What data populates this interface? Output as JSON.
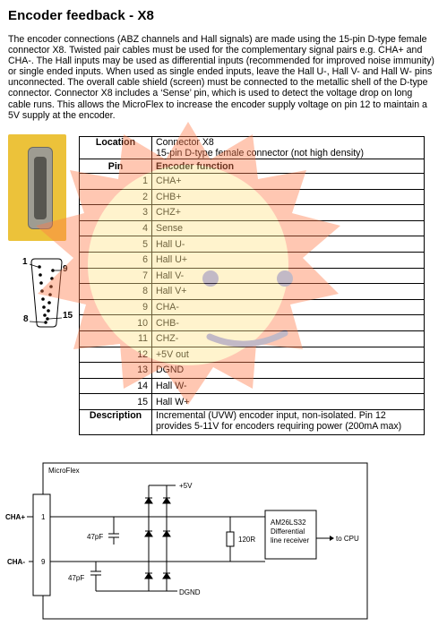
{
  "heading": "Encoder feedback - X8",
  "intro": "The encoder connections (ABZ channels and Hall signals) are made using the 15-pin D-type female connector X8. Twisted pair cables must be used for the complementary signal pairs e.g. CHA+ and CHA-. The Hall inputs may be used as differential inputs (recommended for improved noise immunity) or single ended inputs. When used as single ended inputs, leave the Hall U-, Hall V- and Hall W- pins unconnected. The overall cable shield (screen) must be connected to the metallic shell of the D-type connector. Connector X8 includes a ‘Sense’ pin, which is used to detect the voltage drop on long cable runs. This allows the MicroFlex to increase the encoder supply voltage on pin 12 to maintain a 5V supply at the encoder.",
  "pinout_labels": {
    "top_left": "1",
    "top_right": "9",
    "bottom_left": "8",
    "bottom_right": "15"
  },
  "table": {
    "location_label": "Location",
    "location_line1": "Connector X8",
    "location_line2": "15-pin D-type female connector (not high density)",
    "pin_header": "Pin",
    "function_header": "Encoder function",
    "pins": [
      {
        "pin": "1",
        "function": "CHA+"
      },
      {
        "pin": "2",
        "function": "CHB+"
      },
      {
        "pin": "3",
        "function": "CHZ+"
      },
      {
        "pin": "4",
        "function": "Sense"
      },
      {
        "pin": "5",
        "function": "Hall U-"
      },
      {
        "pin": "6",
        "function": "Hall U+"
      },
      {
        "pin": "7",
        "function": "Hall V-"
      },
      {
        "pin": "8",
        "function": "Hall V+"
      },
      {
        "pin": "9",
        "function": "CHA-"
      },
      {
        "pin": "10",
        "function": "CHB-"
      },
      {
        "pin": "11",
        "function": "CHZ-"
      },
      {
        "pin": "12",
        "function": "+5V out"
      },
      {
        "pin": "13",
        "function": "DGND"
      },
      {
        "pin": "14",
        "function": "Hall W-"
      },
      {
        "pin": "15",
        "function": "Hall W+"
      }
    ],
    "description_label": "Description",
    "description": "Incremental (UVW) encoder input, non-isolated. Pin 12 provides 5-11V for encoders requiring power (200mA max)"
  },
  "circuit": {
    "box_label": "MicroFlex",
    "cha_plus": "CHA+",
    "cha_minus": "CHA-",
    "pin1": "1",
    "pin9": "9",
    "v5": "+5V",
    "cap1": "47pF",
    "cap2": "47pF",
    "resistor": "120R",
    "receiver_line1": "AM26LS32",
    "receiver_line2": "Differential",
    "receiver_line3": "line receiver",
    "to_cpu": "to CPU",
    "dgnd": "DGND"
  }
}
